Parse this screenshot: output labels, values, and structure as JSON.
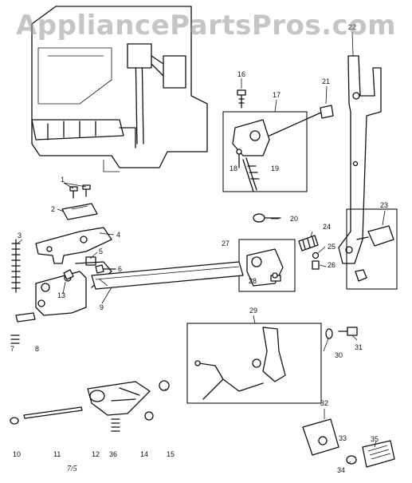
{
  "watermark": "AppliancePartsPros.com",
  "page_mark": "7/5",
  "callouts": [
    "1",
    "2",
    "3",
    "4",
    "5",
    "6",
    "7",
    "8",
    "9",
    "10",
    "11",
    "12",
    "13",
    "14",
    "15",
    "16",
    "17",
    "18",
    "19",
    "20",
    "21",
    "22",
    "23",
    "24",
    "25",
    "26",
    "27",
    "28",
    "29",
    "30",
    "31",
    "32",
    "33",
    "34",
    "35",
    "36"
  ]
}
